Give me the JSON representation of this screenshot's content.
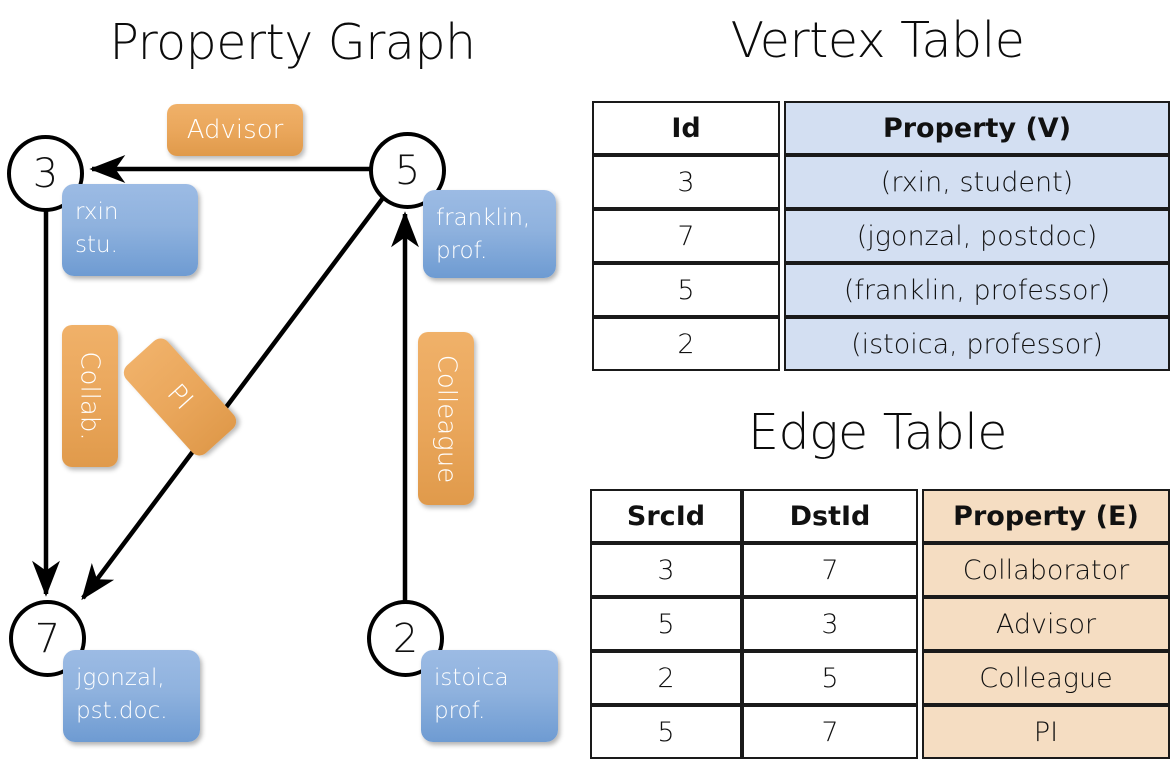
{
  "titles": {
    "property_graph": "Property Graph",
    "vertex_table": "Vertex Table",
    "edge_table": "Edge Table"
  },
  "graph": {
    "nodes": [
      {
        "id": "3",
        "label": "3",
        "property_line1": "rxin",
        "property_line2": "stu."
      },
      {
        "id": "5",
        "label": "5",
        "property_line1": "franklin,",
        "property_line2": "prof."
      },
      {
        "id": "7",
        "label": "7",
        "property_line1": "jgonzal,",
        "property_line2": "pst.doc."
      },
      {
        "id": "2",
        "label": "2",
        "property_line1": "istoica",
        "property_line2": "prof."
      }
    ],
    "edge_labels": [
      {
        "name": "advisor",
        "text": "Advisor"
      },
      {
        "name": "collab",
        "text": "Collab."
      },
      {
        "name": "pi",
        "text": "PI"
      },
      {
        "name": "colleague",
        "text": "Colleague"
      }
    ]
  },
  "vertex_table": {
    "headers": [
      "Id",
      "Property (V)"
    ],
    "rows": [
      {
        "id": "3",
        "property": "(rxin, student)"
      },
      {
        "id": "7",
        "property": "(jgonzal, postdoc)"
      },
      {
        "id": "5",
        "property": "(franklin, professor)"
      },
      {
        "id": "2",
        "property": "(istoica, professor)"
      }
    ]
  },
  "edge_table": {
    "headers": [
      "SrcId",
      "DstId",
      "Property (E)"
    ],
    "rows": [
      {
        "src": "3",
        "dst": "7",
        "property": "Collaborator"
      },
      {
        "src": "5",
        "dst": "3",
        "property": "Advisor"
      },
      {
        "src": "2",
        "dst": "5",
        "property": "Colleague"
      },
      {
        "src": "5",
        "dst": "7",
        "property": "PI"
      }
    ]
  },
  "colors": {
    "vertex_property_fill": "#d3dff2",
    "edge_property_fill": "#f5ddc2",
    "node_property_box": "#8fb2de",
    "edge_label_box": "#eaa75c",
    "stroke": "#000000"
  }
}
